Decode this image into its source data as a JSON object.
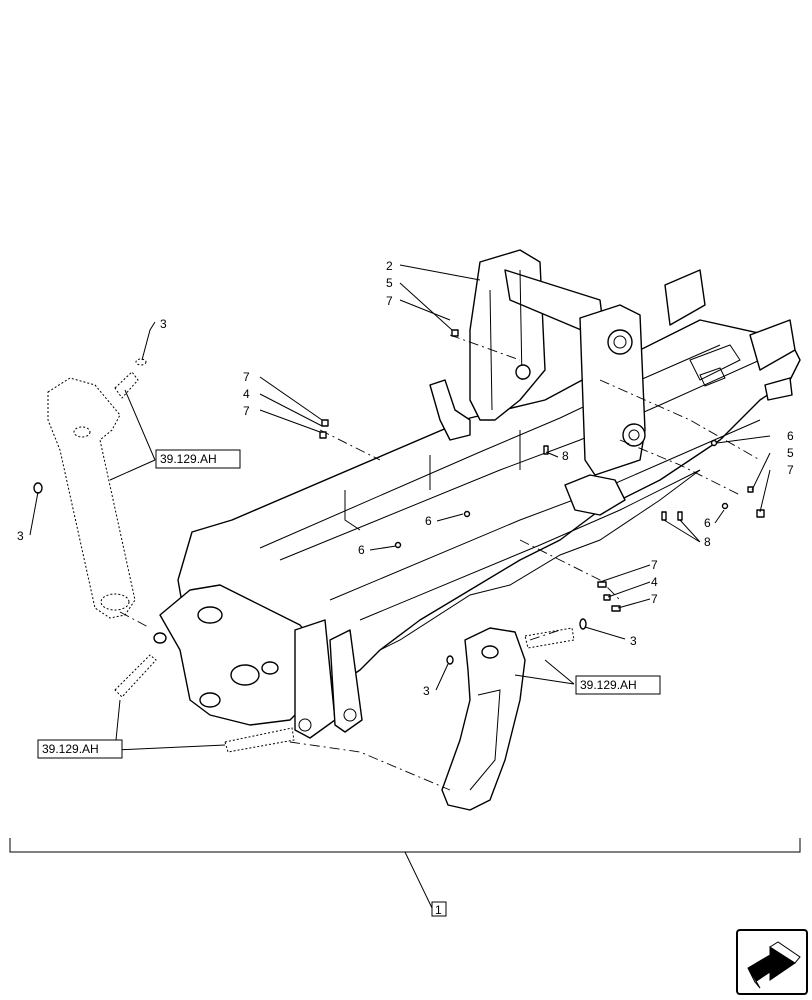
{
  "callouts": {
    "c2": "2",
    "c5a": "5",
    "c7a": "7",
    "c7b": "7",
    "c4a": "4",
    "c7c": "7",
    "c3a": "3",
    "c3b": "3",
    "c8a": "8",
    "c6a": "6",
    "c6b": "6",
    "c6c": "6",
    "c6d": "6",
    "c5b": "5",
    "c7d": "7",
    "c8b": "8",
    "c7e": "7",
    "c4b": "4",
    "c7f": "7",
    "c3c": "3",
    "c3d": "3"
  },
  "refs": {
    "ref_left_cylinder": "39.129.AH",
    "ref_right_arm": "39.129.AH",
    "ref_bottom_pin": "39.129.AH"
  },
  "assembly_number": "1",
  "nav_icon": "next-page-arrow-icon"
}
